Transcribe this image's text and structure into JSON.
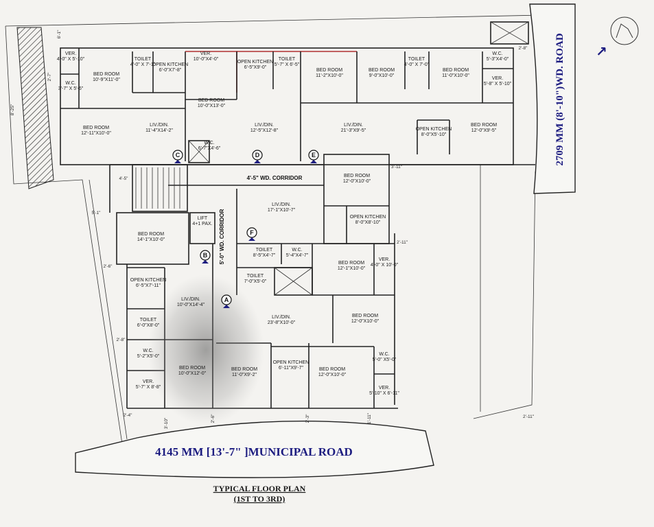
{
  "roads": {
    "south": "4145 MM [13'-7\" ]MUNICIPAL ROAD",
    "east": "2709 MM (8'-10\")WD. ROAD"
  },
  "title": {
    "line1": "TYPICAL FLOOR PLAN",
    "line2": "(1ST TO 3RD)"
  },
  "corridors": {
    "main": "4'-5\" WD. CORRIDOR",
    "side": "5'-0\" WD. CORRIDOR"
  },
  "markers": [
    "A",
    "B",
    "C",
    "D",
    "E",
    "F"
  ],
  "rooms": [
    {
      "name": "VER.",
      "size": "4'-0\" X 5'-10\""
    },
    {
      "name": "W.C.",
      "size": "3'-7\" X 5'-6\""
    },
    {
      "name": "BED ROOM",
      "size": "10'-9\"X11'-0\""
    },
    {
      "name": "TOILET",
      "size": "4'-0\" X 7'-1\""
    },
    {
      "name": "OPEN KITCHEN",
      "size": "6'-0\"X7'-8\""
    },
    {
      "name": "BED ROOM",
      "size": "12'-11\"X10'-0\""
    },
    {
      "name": "LIV./DIN.",
      "size": "11'-4\"X14'-2\""
    },
    {
      "name": "VER.",
      "size": "10'-0\"X4'-0\""
    },
    {
      "name": "BED ROOM",
      "size": "10'-0\"X13'-0\""
    },
    {
      "name": "OPEN KITCHEN",
      "size": "6'-5\"X9'-0\""
    },
    {
      "name": "TOILET",
      "size": "5'-7\" X 6'-5\""
    },
    {
      "name": "BED ROOM",
      "size": "11'-2\"X10'-0\""
    },
    {
      "name": "LIV./DIN.",
      "size": "12'-5\"X12'-8\""
    },
    {
      "name": "W.C.",
      "size": "6'-7\"X4'-6\""
    },
    {
      "name": "BED ROOM",
      "size": "9'-0\"X10'-0\""
    },
    {
      "name": "TOILET",
      "size": "4'-0\" X 7'-0\""
    },
    {
      "name": "BED ROOM",
      "size": "11'-0\"X10'-0\""
    },
    {
      "name": "W.C.",
      "size": "5'-3\"X4'-0\""
    },
    {
      "name": "VER.",
      "size": "5'-8\" X 5'-10\""
    },
    {
      "name": "LIV./DIN.",
      "size": "21'-3\"X9'-5\""
    },
    {
      "name": "OPEN KITCHEN",
      "size": "8'-0\"X5'-10\""
    },
    {
      "name": "BED ROOM",
      "size": "12'-0\"X9'-5\""
    },
    {
      "name": "BED ROOM",
      "size": "12'-0\"X10'-0\""
    },
    {
      "name": "LIV./DIN.",
      "size": "17'-1\"X10'-7\""
    },
    {
      "name": "OPEN KITCHEN",
      "size": "8'-0\"X8'-10\""
    },
    {
      "name": "LIFT",
      "size": "4+1 PAX."
    },
    {
      "name": "BED ROOM",
      "size": "14'-1\"X10'-0\""
    },
    {
      "name": "TOILET",
      "size": "8'-5\"X4'-7\""
    },
    {
      "name": "W.C.",
      "size": "5'-4\"X4'-7\""
    },
    {
      "name": "TOILET",
      "size": "7'-0\"X5'-0\""
    },
    {
      "name": "BED ROOM",
      "size": "12'-1\"X10'-0\""
    },
    {
      "name": "VER.",
      "size": "4'-0\" X 10'-0\""
    },
    {
      "name": "OPEN KITCHEN",
      "size": "6'-5\"X7'-11\""
    },
    {
      "name": "LIV./DIN.",
      "size": "10'-0\"X14'-4\""
    },
    {
      "name": "TOILET",
      "size": "6'-0\"X8'-0\""
    },
    {
      "name": "W.C.",
      "size": "5'-2\"X5'-0\""
    },
    {
      "name": "VER.",
      "size": "5'-7\" X 8'-8\""
    },
    {
      "name": "BED ROOM",
      "size": "10'-0\"X12'-0\""
    },
    {
      "name": "LIV./DIN.",
      "size": "23'-8\"X10'-0\""
    },
    {
      "name": "BED ROOM",
      "size": "12'-0\"X10'-0\""
    },
    {
      "name": "BED ROOM",
      "size": "11'-0\"X9'-2\""
    },
    {
      "name": "OPEN KITCHEN",
      "size": "6'-11\"X9'-7\""
    },
    {
      "name": "BED ROOM",
      "size": "12'-0\"X10'-0\""
    },
    {
      "name": "W.C.",
      "size": "5'-0\" X5'-0\""
    },
    {
      "name": "VER.",
      "size": "5'-10\" X 6'-11\""
    }
  ],
  "dimensions": [
    "2'-7\"",
    "8'-25\"",
    "6'-1\"",
    "2'-8\"",
    "3'-11\"",
    "2'-11\"",
    "2'-11\"",
    "4'-5\"",
    "5'-1\"",
    "2'-6\"",
    "2'-8\"",
    "2'-4\"",
    "3'-10\"",
    "2'-6\"",
    "2'-3\"",
    "1'-11\""
  ],
  "icons": {
    "north": "north-arrow-icon",
    "compass": "compass-icon"
  }
}
